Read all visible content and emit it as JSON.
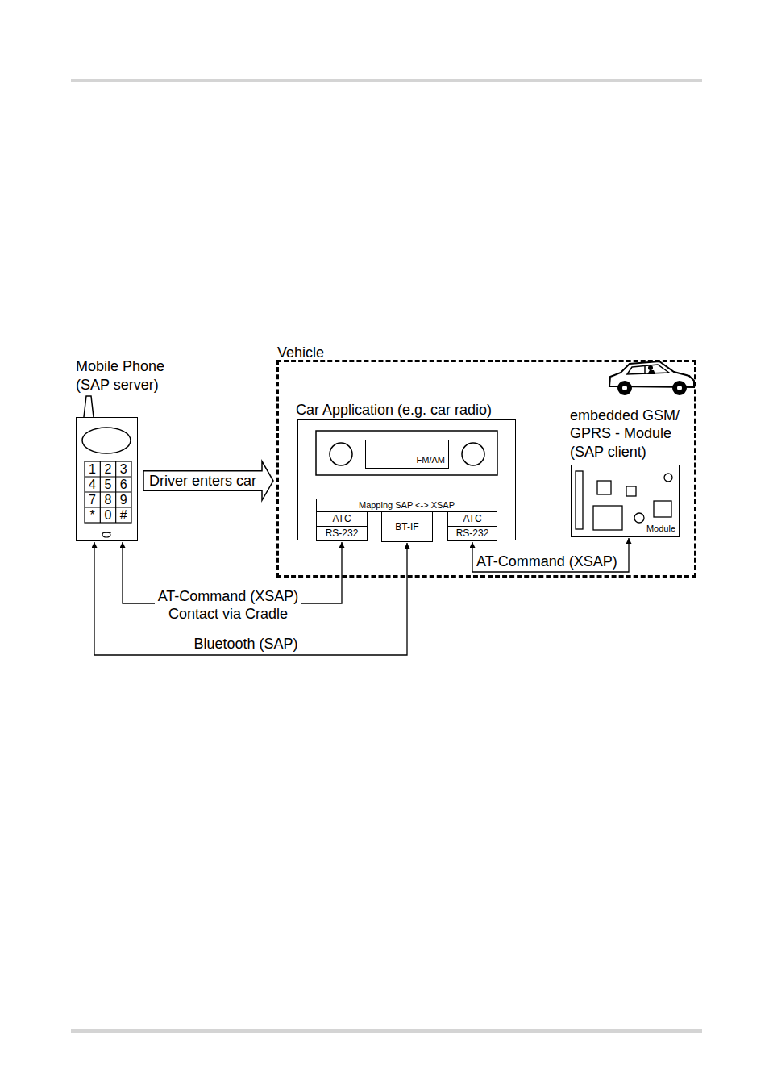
{
  "diagram": {
    "nodes": [
      {
        "text": [
          "Mobile Phone (SAP server)"
        ]
      },
      {
        "text": [
          "Vehicle"
        ]
      },
      {
        "text": [
          "Car Application (e.g. car radio)"
        ],
        "in": 1
      },
      {
        "text": [
          "FM/AM"
        ],
        "in": 2
      },
      {
        "text": [
          "Mapping SAP <-> XSAP"
        ],
        "in": 2
      },
      {
        "text": [
          "ATC"
        ],
        "in": 2
      },
      {
        "text": [
          "RS-232"
        ],
        "in": 2
      },
      {
        "text": [
          "BT-IF"
        ],
        "in": 2
      },
      {
        "text": [
          "ATC"
        ],
        "in": 2
      },
      {
        "text": [
          "RS-232"
        ],
        "in": 2
      },
      {
        "text": [
          "embedded GSM/ GPRS - Module (SAP client)",
          "Module"
        ],
        "in": 1
      }
    ],
    "edges": [
      {
        "from": 0,
        "to": 1,
        "label": "Driver enters car",
        "arrow": "to"
      },
      {
        "from": 0,
        "to": 6,
        "label": "AT-Command (XSAP) Contact via Cradle",
        "arrow": "both"
      },
      {
        "from": 0,
        "to": 7,
        "label": "Bluetooth (SAP)",
        "arrow": "both"
      },
      {
        "from": 9,
        "to": 10,
        "label": "AT-Command (XSAP)",
        "arrow": "both"
      }
    ],
    "labels": [
      "1",
      "2",
      "3",
      "4",
      "5",
      "6",
      "7",
      "8",
      "9",
      "*",
      "0",
      "#"
    ]
  }
}
